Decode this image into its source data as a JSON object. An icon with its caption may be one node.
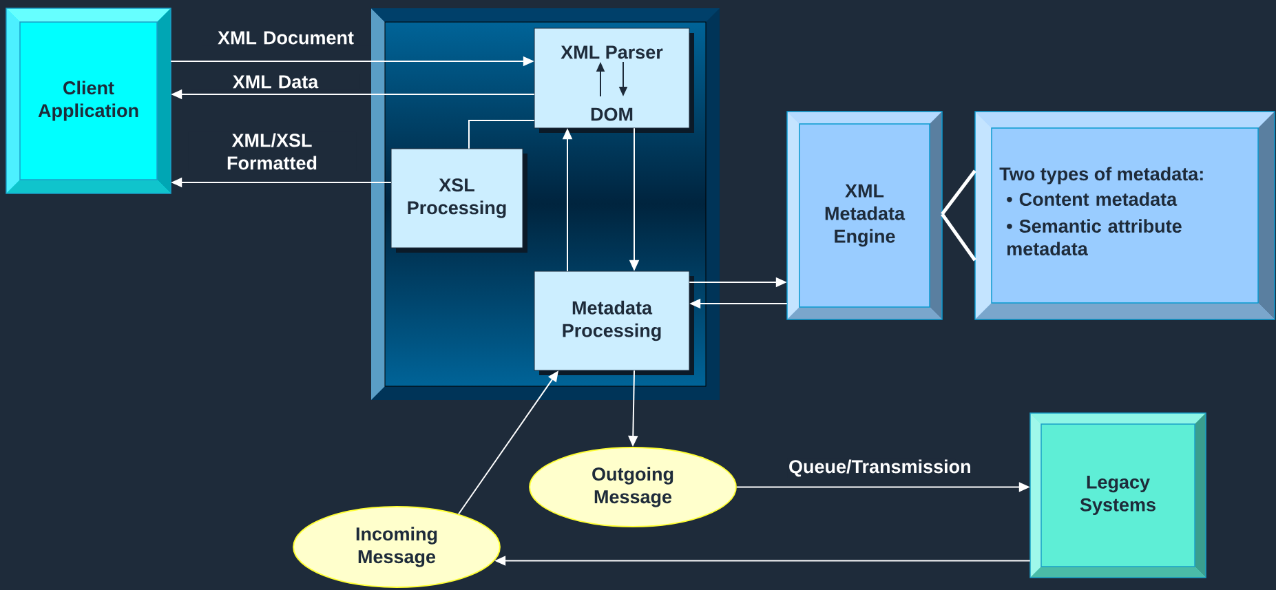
{
  "diagram": {
    "nodes": [
      {
        "text": [
          "Client Application"
        ]
      },
      {
        "text": [],
        "shape": "box"
      },
      {
        "text": [
          "XML Parser",
          "DOM"
        ],
        "in": 1
      },
      {
        "text": [
          "XSL Processing"
        ],
        "in": 1
      },
      {
        "text": [
          "Metadata Processing"
        ],
        "in": 1
      },
      {
        "text": [
          "XML Metadata Engine"
        ]
      },
      {
        "text": [
          "Two types of metadata:",
          "•  Content metadata",
          "•  Semantic attribute metadata"
        ]
      },
      {
        "text": [
          "Outgoing Message"
        ]
      },
      {
        "text": [
          "Incoming Message"
        ]
      },
      {
        "text": [
          "Legacy Systems"
        ]
      }
    ],
    "edges": [
      {
        "from": 0,
        "to": 2,
        "arrow": "to",
        "label": "XML Document"
      },
      {
        "from": 2,
        "to": 0,
        "arrow": "to",
        "label": "XML Data"
      },
      {
        "from": 3,
        "to": 0,
        "arrow": "to",
        "label": "XML/XSL Formatted"
      },
      {
        "from": 3,
        "to": 2,
        "arrow": "none"
      },
      {
        "from": 4,
        "to": 2,
        "arrow": "to"
      },
      {
        "from": 2,
        "to": 4,
        "arrow": "to"
      },
      {
        "from": 4,
        "to": 5,
        "arrow": "to"
      },
      {
        "from": 5,
        "to": 4,
        "arrow": "to"
      },
      {
        "from": 5,
        "to": 6,
        "arrow": "none",
        "style": "thick"
      },
      {
        "from": 4,
        "to": 7,
        "arrow": "to"
      },
      {
        "from": 7,
        "to": 9,
        "arrow": "to",
        "label": "Queue/Transmission"
      },
      {
        "from": 9,
        "to": 8,
        "arrow": "to"
      },
      {
        "from": 8,
        "to": 4,
        "arrow": "to"
      }
    ]
  }
}
